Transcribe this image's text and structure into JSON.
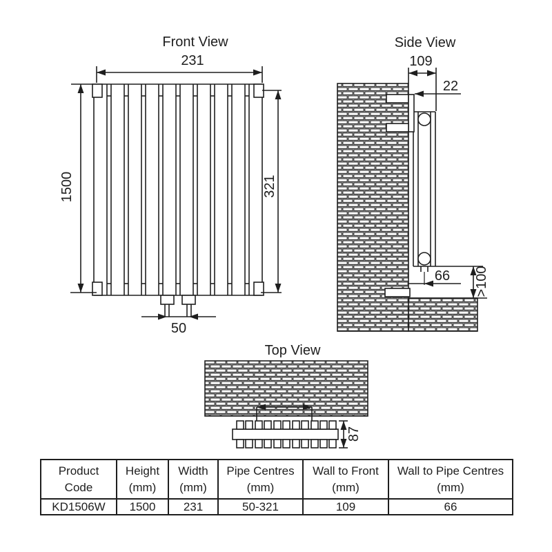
{
  "front_view": {
    "title": "Front View",
    "dims": {
      "width": "231",
      "height": "1500",
      "inner_height": "321",
      "pipe_centres": "50"
    }
  },
  "side_view": {
    "title": "Side View",
    "dims": {
      "wall_to_front": "109",
      "wall_gap": "22",
      "wall_to_pipe_centres": "66",
      "floor_clearance": ">100"
    }
  },
  "top_view": {
    "title": "Top View",
    "dims": {
      "depth": "87"
    }
  },
  "table": {
    "headers": [
      {
        "line1": "Product",
        "line2": "Code"
      },
      {
        "line1": "Height",
        "line2": "(mm)"
      },
      {
        "line1": "Width",
        "line2": "(mm)"
      },
      {
        "line1": "Pipe Centres",
        "line2": "(mm)"
      },
      {
        "line1": "Wall to Front",
        "line2": "(mm)"
      },
      {
        "line1": "Wall to Pipe Centres",
        "line2": "(mm)"
      }
    ],
    "row": {
      "product_code": "KD1506W",
      "height": "1500",
      "width": "231",
      "pipe_centres": "50-321",
      "wall_to_front": "109",
      "wall_to_pipe_centres": "66"
    }
  },
  "colors": {
    "line": "#1e1e1e",
    "background": "#ffffff"
  }
}
